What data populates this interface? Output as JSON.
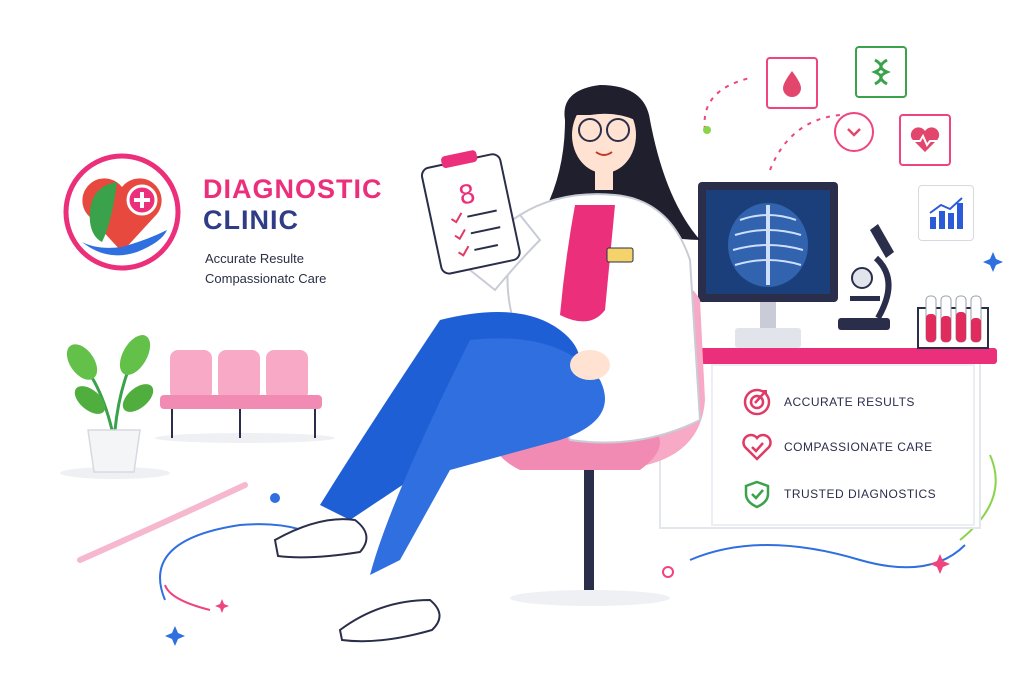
{
  "brand": {
    "title": "DIAGNOSTIC",
    "subtitle": "CLINIC",
    "tagline_1": "Accurate Resulte",
    "tagline_2": "Compassionatc Care",
    "title_color": "#ec2f7b",
    "subtitle_color": "#2f3c86"
  },
  "clipboard": {
    "number": "8"
  },
  "features": [
    {
      "label": "Accurate Results",
      "icon": "target-check-icon",
      "color": "#e03b66"
    },
    {
      "label": "Compassionate Care",
      "icon": "heart-check-icon",
      "color": "#e03b66"
    },
    {
      "label": "Trusted Diagnostics",
      "icon": "shield-check-icon",
      "color": "#3aa24a"
    }
  ],
  "floating_icons": [
    {
      "name": "blood-drop-icon",
      "color": "#e2466d"
    },
    {
      "name": "dna-icon",
      "color": "#3aa24a"
    },
    {
      "name": "heartbeat-icon",
      "color": "#e2466d"
    },
    {
      "name": "chevron-down-icon",
      "color": "#e2466d"
    },
    {
      "name": "bar-chart-icon",
      "color": "#2b5bd8"
    }
  ],
  "colors": {
    "accent_pink": "#f0447f",
    "accent_blue": "#2f6fe0",
    "coat": "#ffffff",
    "pants": "#1f5fd6",
    "chair": "#f28bb3"
  }
}
